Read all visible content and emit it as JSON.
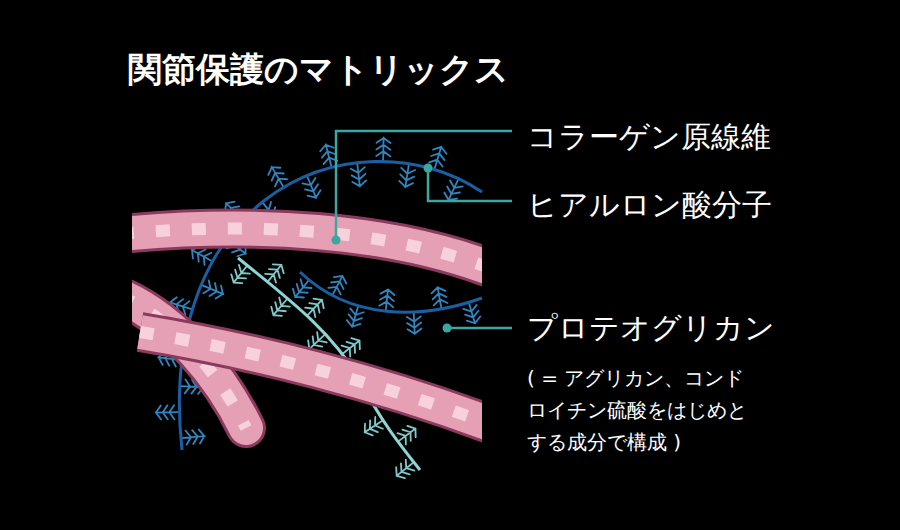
{
  "diagram": {
    "title": "関節保護のマトリックス",
    "labels": [
      "コラーゲン原線維",
      "ヒアルロン酸分子",
      "プロテオグリカン",
      "( = アグリカン、コンドロイチン硫酸をはじめとする成分で構成 )"
    ]
  }
}
